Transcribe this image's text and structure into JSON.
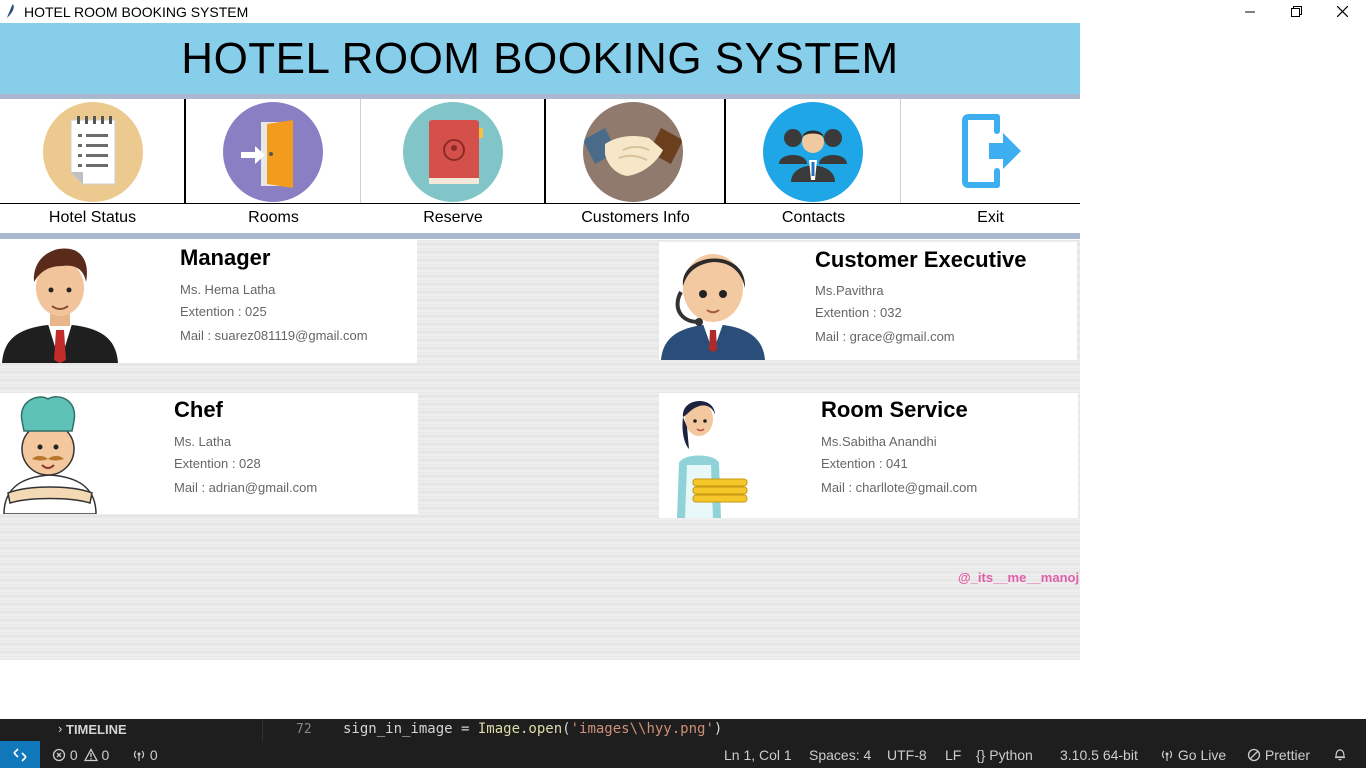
{
  "window": {
    "title": "HOTEL ROOM BOOKING SYSTEM",
    "controls": [
      "minimize-icon",
      "restore-icon",
      "close-icon"
    ]
  },
  "banner": {
    "title": "HOTEL ROOM BOOKING SYSTEM"
  },
  "nav": [
    {
      "label": "Hotel Status",
      "icon": "notepad-icon",
      "color": "#ecc98f"
    },
    {
      "label": "Rooms",
      "icon": "door-enter-icon",
      "color": "#8b7fc3"
    },
    {
      "label": "Reserve",
      "icon": "book-icon",
      "color": "#82c5c9"
    },
    {
      "label": "Customers Info",
      "icon": "handshake-icon",
      "color": "#8f7a6d"
    },
    {
      "label": "Contacts",
      "icon": "people-icon",
      "color": "#1fa6e6"
    },
    {
      "label": "Exit",
      "icon": "exit-icon",
      "color": "#3daef0"
    }
  ],
  "contacts": [
    {
      "role": "Manager",
      "name": "Ms. Hema Latha",
      "extension": "Extention : 025",
      "mail": "Mail : suarez081119@gmail.com",
      "avatar": "manager-avatar"
    },
    {
      "role": "Customer Executive",
      "name": "Ms.Pavithra",
      "extension": "Extention : 032",
      "mail": "Mail : grace@gmail.com",
      "avatar": "customer-executive-avatar"
    },
    {
      "role": "Chef",
      "name": "Ms. Latha",
      "extension": "Extention : 028",
      "mail": "Mail : adrian@gmail.com",
      "avatar": "chef-avatar"
    },
    {
      "role": "Room Service",
      "name": "Ms.Sabitha Anandhi",
      "extension": "Extention : 041",
      "mail": "Mail : charllote@gmail.com",
      "avatar": "room-service-avatar"
    }
  ],
  "credit": "@_its__me__manoj",
  "editor": {
    "panel_label": "TIMELINE",
    "line_number": "72",
    "code_prefix": "sign_in_image = ",
    "code_fn": "Image.open",
    "code_open": "(",
    "code_str": "'images\\\\hyy.png'",
    "code_close": ")"
  },
  "statusbar": {
    "errors": "0",
    "warnings": "0",
    "ports": "0",
    "cursor": "Ln 1, Col 1",
    "spaces": "Spaces: 4",
    "encoding": "UTF-8",
    "eol": "LF",
    "language": "Python",
    "interpreter": "3.10.5 64-bit",
    "golive": "Go Live",
    "prettier": "Prettier"
  }
}
